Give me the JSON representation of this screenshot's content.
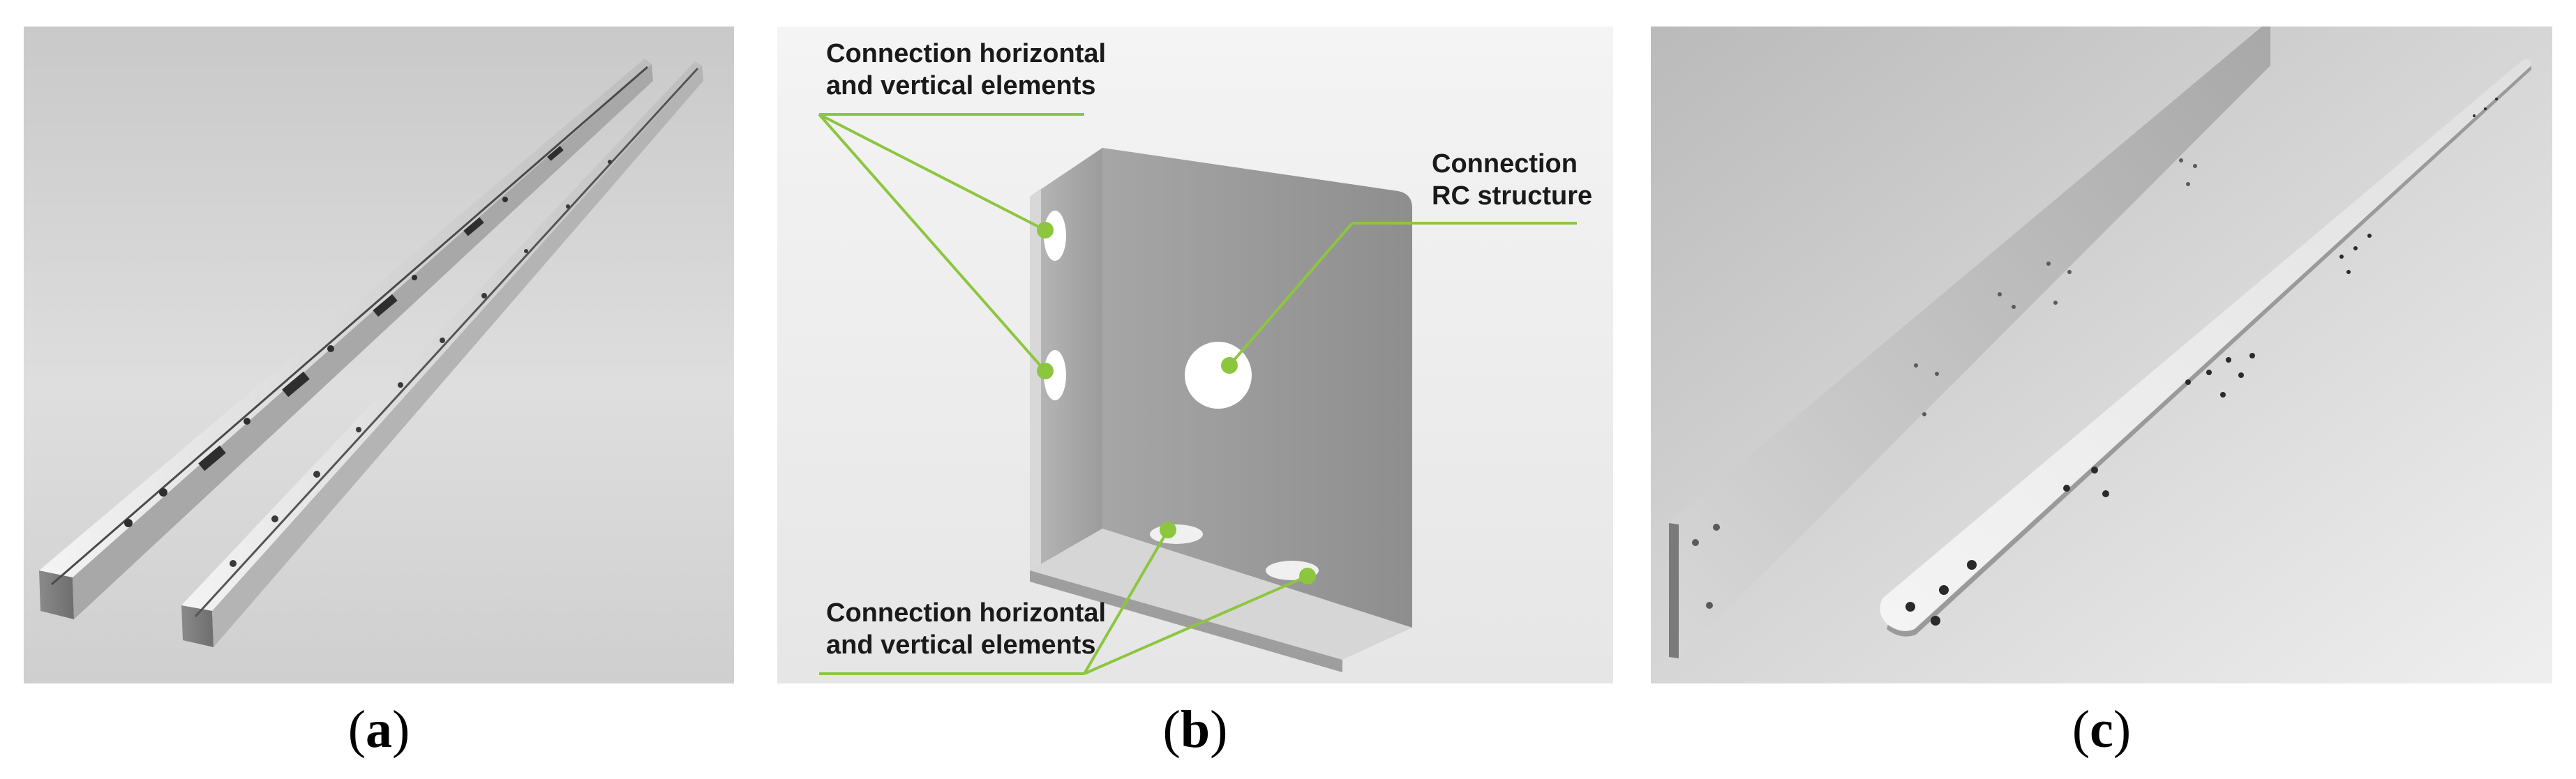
{
  "figure": {
    "panels": [
      {
        "id": "a",
        "letter": "a",
        "caption_open": "(",
        "caption_close": ")"
      },
      {
        "id": "b",
        "letter": "b",
        "caption_open": "(",
        "caption_close": ")"
      },
      {
        "id": "c",
        "letter": "c",
        "caption_open": "(",
        "caption_close": ")"
      }
    ],
    "callouts": {
      "top": {
        "line1": "Connection horizontal",
        "line2": "and vertical elements"
      },
      "right": {
        "line1": "Connection",
        "line2": "RC structure"
      },
      "bottom": {
        "line1": "Connection horizontal",
        "line2": "and vertical elements"
      }
    },
    "colors": {
      "leader": "#8cc63f",
      "metal_light": "#e9e9e9",
      "metal_dark": "#9a9a9a",
      "background_light": "#f2f2f2",
      "background_dark": "#bdbdbd"
    }
  }
}
